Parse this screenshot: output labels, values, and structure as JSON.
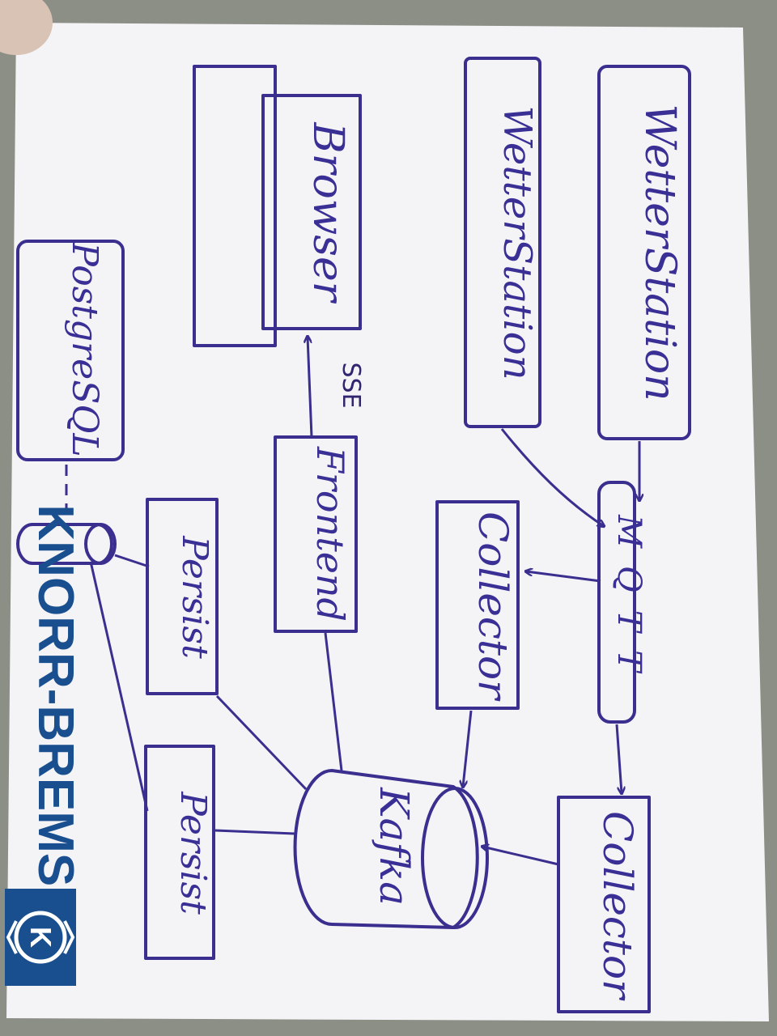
{
  "diagram": {
    "nodes": {
      "weather_station_1": "WetterStation",
      "weather_station_2": "WetterStation",
      "browser": "Browser",
      "postgresql": "PostgreSQL",
      "mqtt": "MQTT",
      "collector_1": "Collector",
      "collector_2": "Collector",
      "frontend": "Frontend",
      "persist_1": "Persist",
      "persist_2": "Persist",
      "kafka": "Kafka"
    },
    "edge_labels": {
      "sse": "SSE"
    }
  },
  "branding": {
    "company": "KNORR-BREMSE",
    "logo_letter": "K",
    "brand_color": "#1a4f8f"
  },
  "colors": {
    "ink": "#3a2f8e",
    "paper": "#f4f4f7",
    "background": "#8b8f86"
  }
}
